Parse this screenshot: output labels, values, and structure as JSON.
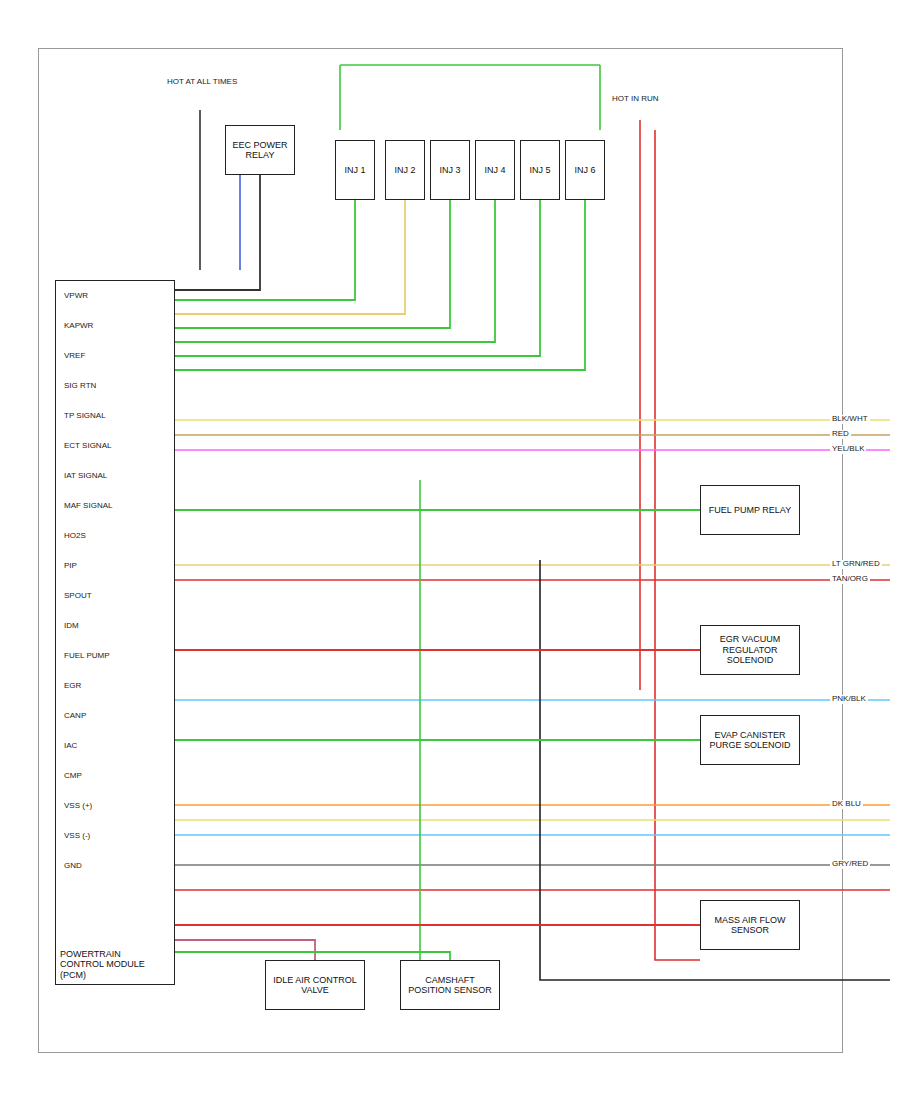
{
  "diagram": {
    "nodes": [
      {
        "text": [
          "POWERTRAIN CONTROL MODULE (PCM)"
        ]
      },
      {
        "text": [
          "INJ 1"
        ]
      },
      {
        "text": [
          "INJ 2"
        ]
      },
      {
        "text": [
          "INJ 3"
        ]
      },
      {
        "text": [
          "INJ 4"
        ]
      },
      {
        "text": [
          "INJ 5"
        ]
      },
      {
        "text": [
          "INJ 6"
        ]
      },
      {
        "text": [
          "FUEL PUMP RELAY"
        ]
      },
      {
        "text": [
          "EGR VACUUM REGULATOR SOLENOID"
        ]
      },
      {
        "text": [
          "EVAP CANISTER PURGE SOLENOID"
        ]
      },
      {
        "text": [
          "MASS AIR FLOW SENSOR"
        ]
      },
      {
        "text": [
          "IDLE AIR CONTROL VALVE"
        ]
      },
      {
        "text": [
          "CAMSHAFT POSITION SENSOR"
        ]
      },
      {
        "text": [
          "EEC POWER RELAY"
        ]
      }
    ],
    "edges": [
      {
        "from": 0,
        "to": 13,
        "arrow": "none"
      },
      {
        "from": 0,
        "to": 1,
        "arrow": "none"
      },
      {
        "from": 0,
        "to": 2,
        "arrow": "none"
      },
      {
        "from": 0,
        "to": 3,
        "arrow": "none"
      },
      {
        "from": 0,
        "to": 4,
        "arrow": "none"
      },
      {
        "from": 0,
        "to": 5,
        "arrow": "none"
      },
      {
        "from": 0,
        "to": 6,
        "arrow": "none"
      },
      {
        "from": 0,
        "to": 7,
        "arrow": "none"
      },
      {
        "from": 0,
        "to": 8,
        "arrow": "none"
      },
      {
        "from": 0,
        "to": 9,
        "arrow": "none"
      },
      {
        "from": 0,
        "to": 10,
        "arrow": "none"
      },
      {
        "from": 0,
        "to": 11,
        "arrow": "none"
      },
      {
        "from": 0,
        "to": 12,
        "arrow": "none"
      }
    ],
    "labels": [
      "HOT AT ALL TIMES",
      "HOT IN RUN",
      "VPWR",
      "KAPWR",
      "VREF",
      "SIG RTN",
      "TP SIGNAL",
      "ECT SIGNAL",
      "IAT SIGNAL",
      "MAF SIGNAL",
      "HO2S",
      "PIP",
      "SPOUT",
      "IDM",
      "FUEL PUMP",
      "EGR",
      "CANP",
      "IAC",
      "CMP",
      "VSS (+)",
      "VSS (-)",
      "GND",
      "BLK/WHT",
      "RED",
      "YEL/BLK",
      "LT GRN/RED",
      "TAN/ORG",
      "PNK/BLK",
      "DK BLU",
      "GRY/RED"
    ]
  }
}
